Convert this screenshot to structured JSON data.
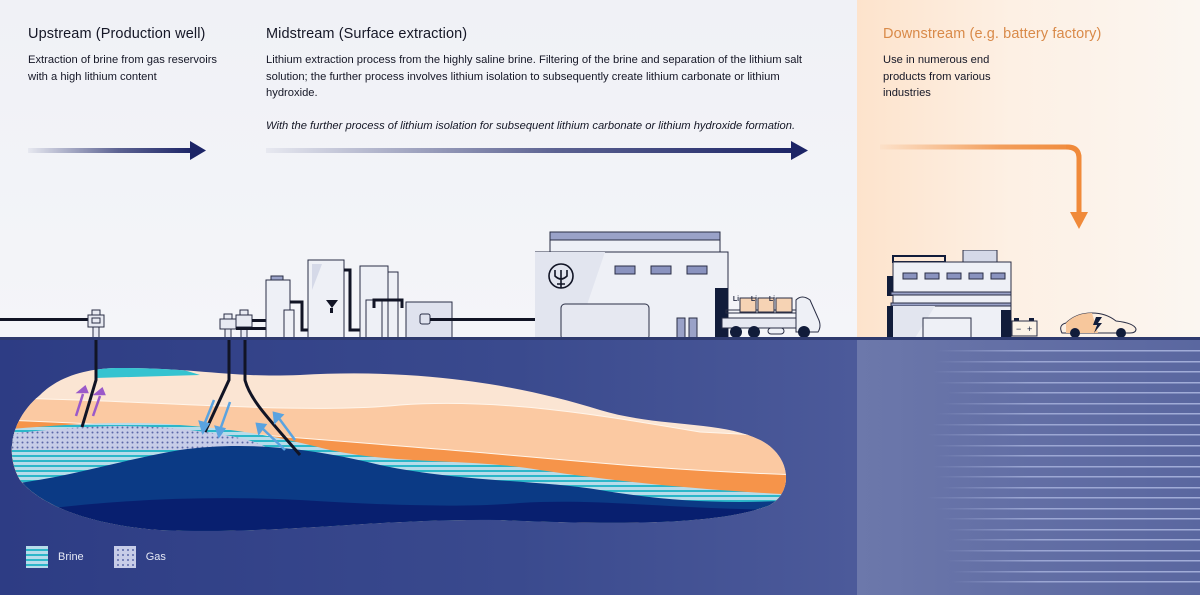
{
  "sections": {
    "upstream": {
      "title": "Upstream (Production well)",
      "description": "Extraction of brine from gas reservoirs with a high lithium content"
    },
    "midstream": {
      "title": "Midstream (Surface extraction)",
      "description": "Lithium extraction process from the highly saline brine. Filtering of the brine and separation of the lithium salt solution; the further process involves lithium isolation to subsequently create lithium carbonate or lithium hydroxide.",
      "note": "With the further process of lithium isolation for subsequent lithium carbonate or lithium hydroxide formation."
    },
    "downstream": {
      "title": "Downstream (e.g. battery factory)",
      "description": "Use in numerous end products from various industries"
    }
  },
  "illustration": {
    "truck_boxes": [
      "Li",
      "Li",
      "Li"
    ],
    "battery_symbols": {
      "minus": "−",
      "plus": "+"
    },
    "icons": [
      "production-well-icon",
      "filter-plant-icon",
      "lithium-factory-icon",
      "truck-icon",
      "battery-factory-icon",
      "battery-icon",
      "electric-car-icon"
    ]
  },
  "legend": [
    {
      "label": "Brine",
      "pattern": "horizontal-stripes"
    },
    {
      "label": "Gas",
      "pattern": "dots"
    }
  ],
  "colors": {
    "navy_arrow": "#1c2466",
    "orange_accent": "#f08a3a",
    "downstream_title": "#d98a49",
    "underground": "#2d3c84",
    "brine_teal": "#35c3d0",
    "orange_layer": "#f6944a",
    "peach_layer": "#fbc9a2",
    "cream_layer": "#fbe5d3",
    "deep_blue": "#0b3a85"
  }
}
